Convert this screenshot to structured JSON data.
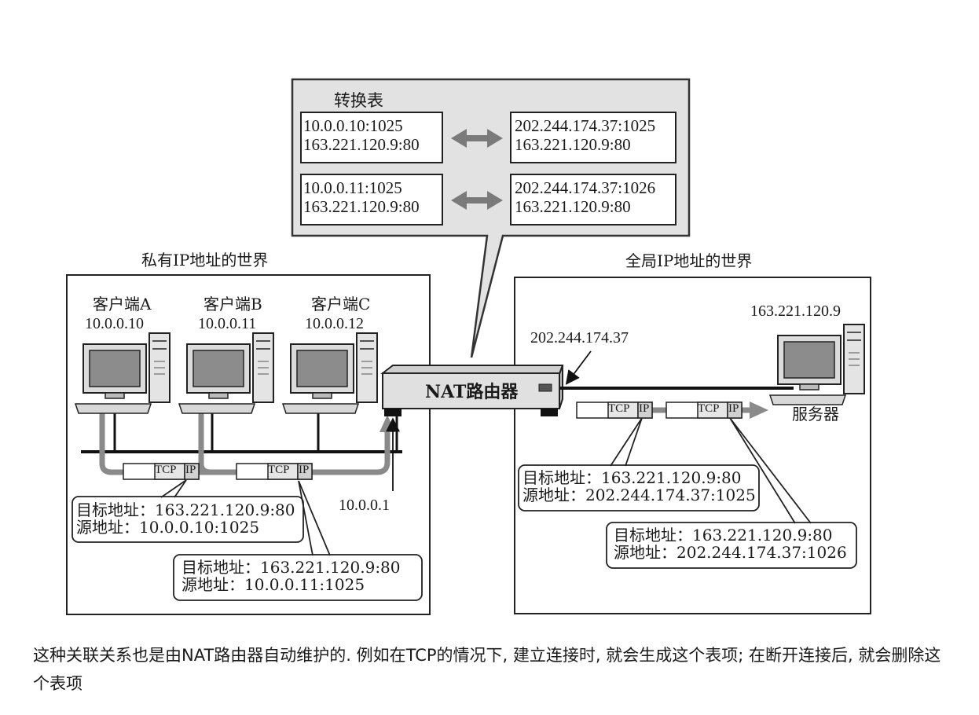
{
  "translation_table": {
    "title": "转换表",
    "rows": [
      {
        "private_addr": "10.0.0.10:1025",
        "private_dest": "163.221.120.9:80",
        "global_addr": "202.244.174.37:1025",
        "global_dest": "163.221.120.9:80"
      },
      {
        "private_addr": "10.0.0.11:1025",
        "private_dest": "163.221.120.9:80",
        "global_addr": "202.244.174.37:1026",
        "global_dest": "163.221.120.9:80"
      }
    ]
  },
  "private_world": {
    "title": "私有IP地址的世界",
    "clients": [
      {
        "name": "客户端A",
        "ip": "10.0.0.10"
      },
      {
        "name": "客户端B",
        "ip": "10.0.0.11"
      },
      {
        "name": "客户端C",
        "ip": "10.0.0.12"
      }
    ],
    "router_inside_ip": "10.0.0.1",
    "packets": [
      {
        "proto_a": "TCP",
        "proto_b": "IP"
      },
      {
        "proto_a": "TCP",
        "proto_b": "IP"
      }
    ],
    "headers": [
      {
        "dest": "目标地址：163.221.120.9:80",
        "src": "源地址：10.0.0.10:1025"
      },
      {
        "dest": "目标地址：163.221.120.9:80",
        "src": "源地址：10.0.0.11:1025"
      }
    ]
  },
  "router": {
    "label": "NAT路由器"
  },
  "global_world": {
    "title": "全局IP地址的世界",
    "router_outside_ip": "202.244.174.37",
    "server_ip": "163.221.120.9",
    "server_label": "服务器",
    "packets": [
      {
        "proto_a": "TCP",
        "proto_b": "IP"
      },
      {
        "proto_a": "TCP",
        "proto_b": "IP"
      }
    ],
    "headers": [
      {
        "dest": "目标地址：163.221.120.9:80",
        "src": "源地址：202.244.174.37:1025"
      },
      {
        "dest": "目标地址：163.221.120.9:80",
        "src": "源地址：202.244.174.37:1026"
      }
    ]
  },
  "caption": "这种关联关系也是由NAT路由器自动维护的. 例如在TCP的情况下, 建立连接时, 就会生成这个表项; 在断开连接后, 就会删除这个表项"
}
